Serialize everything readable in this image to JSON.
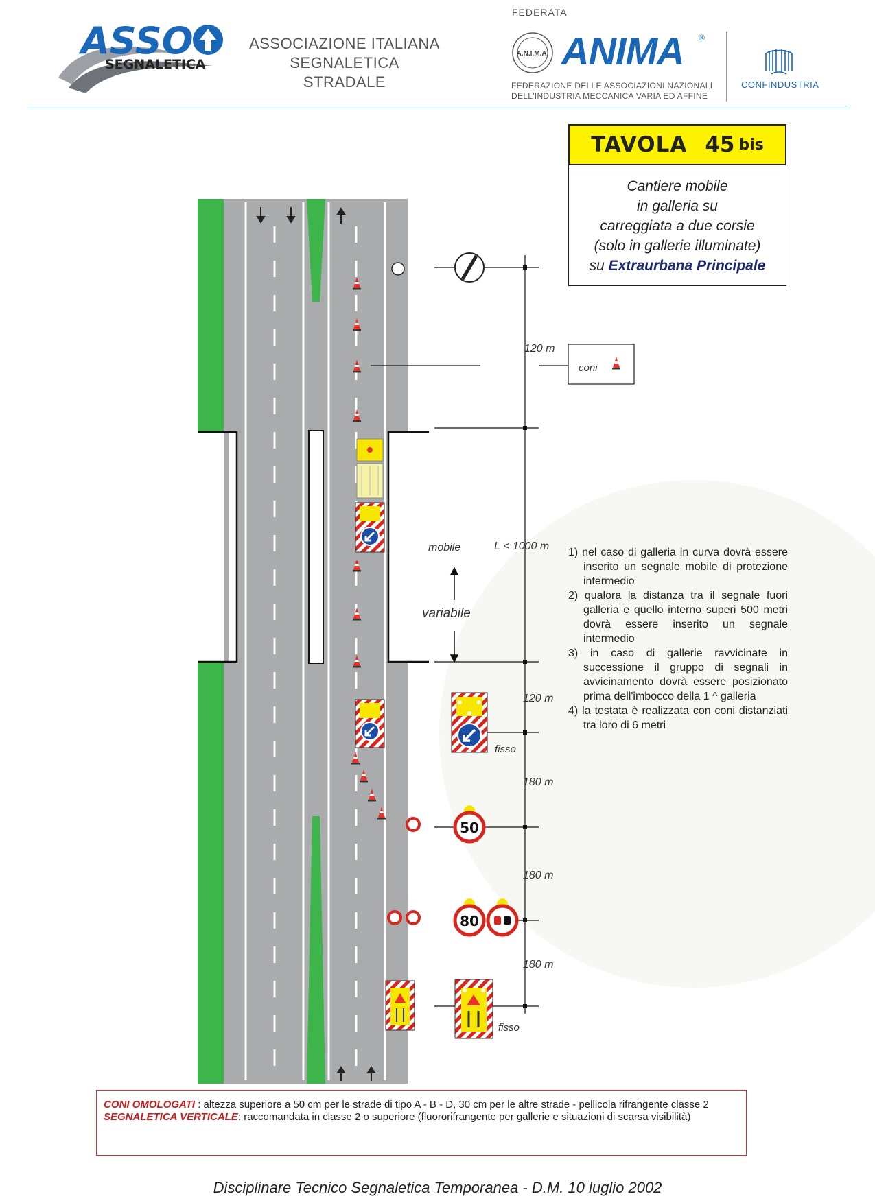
{
  "header": {
    "asso_main": "ASSO",
    "asso_sub": "SEGNALETICA",
    "association_line1": "ASSOCIAZIONE ITALIANA",
    "association_line2": "SEGNALETICA STRADALE",
    "federata": "FEDERATA",
    "anima_seal": "A.N.I.M.A.",
    "anima": "ANIMA",
    "anima_reg": "®",
    "anima_sub_line1": "FEDERAZIONE DELLE ASSOCIAZIONI NAZIONALI",
    "anima_sub_line2": "DELL'INDUSTRIA MECCANICA VARIA ED AFFINE",
    "confindustria": "CONFINDUSTRIA"
  },
  "title": {
    "tavola": "TAVOLA",
    "number": "45",
    "suffix": "bis",
    "desc_line1": "Cantiere mobile",
    "desc_line2": "in galleria su",
    "desc_line3": "carreggiata a due corsie",
    "desc_line4": "(solo in gallerie illuminate)",
    "desc_line5_prefix": "su ",
    "desc_line5_bold": "Extraurbana Principale"
  },
  "diagram": {
    "dist_120_top": "120 m",
    "coni_label": "coni",
    "mobile": "mobile",
    "L_label": "L < 1000 m",
    "variabile": "variabile",
    "dist_120_bottom": "120 m",
    "fisso_1": "fisso",
    "dist_180_a": "180 m",
    "speed_50": "50",
    "dist_180_b": "180 m",
    "speed_80": "80",
    "dist_180_c": "180 m",
    "fisso_2": "fisso"
  },
  "notes": [
    "1) nel caso di galleria in curva dovrà essere inserito un segnale mobile di protezione intermedio",
    "2) qualora la distanza tra il segnale fuori galleria e quello interno superi 500 metri dovrà essere inserito un segnale intermedio",
    "3) in caso di gallerie ravvicinate in successione il gruppo di segnali in avvicinamento dovrà essere posizionato prima dell'imbocco della 1 ^ galleria",
    "4) la testata è realizzata con coni distanziati tra loro di 6 metri"
  ],
  "bottom": {
    "coni_title": "CONI OMOLOGATI",
    "coni_text": " : altezza superiore a 50 cm per le strade di tipo A - B - D, 30 cm per le altre strade - pellicola rifrangente classe 2",
    "segn_title": "SEGNALETICA VERTICALE",
    "segn_text": ": raccomandata in classe 2 o superiore (fluororifrangente per gallerie e situazioni di scarsa visibilità)"
  },
  "footer": "Disciplinare Tecnico Segnaletica Temporanea - D.M.  10 luglio 2002",
  "colors": {
    "asso_blue": "#1a67b8",
    "anima_blue": "#1a67b8",
    "title_yellow": "#fff200",
    "road_gray": "#a9abad",
    "grass_green": "#3db54a",
    "sign_red": "#d7261e"
  }
}
